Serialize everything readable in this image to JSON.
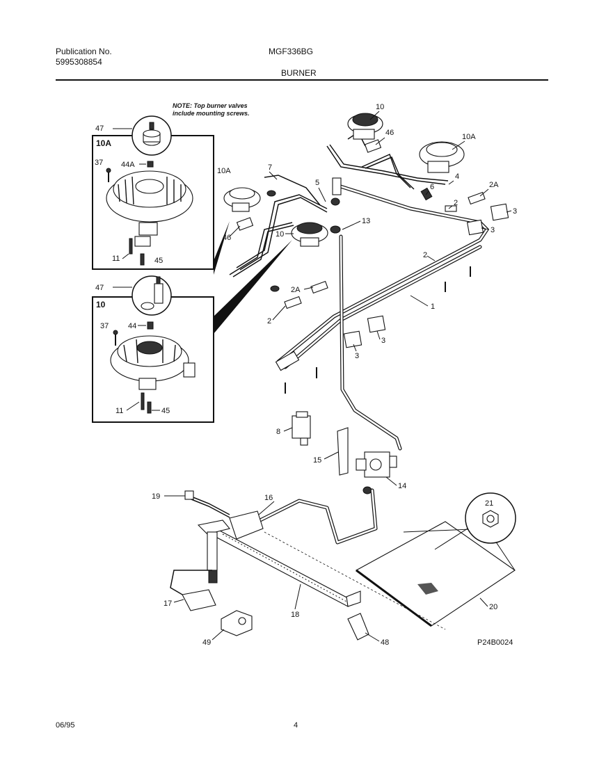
{
  "header": {
    "publication_label": "Publication No.",
    "publication_number": "5995308854",
    "model": "MGF336BG",
    "section": "BURNER"
  },
  "note": "NOTE: Top burner valves include mounting screws.",
  "insets": {
    "box_10a_label": "10A",
    "box_10_label": "10"
  },
  "callouts": {
    "c47a": "47",
    "c10a_box": "10A",
    "c37a": "37",
    "c44a": "44A",
    "c11a": "11",
    "c45a": "45",
    "c47b": "47",
    "c10_box": "10",
    "c37b": "37",
    "c44b": "44",
    "c11b": "11",
    "c45b": "45",
    "c10_top": "10",
    "c46_top": "46",
    "c10a_top": "10A",
    "c4": "4",
    "c6": "6",
    "c2a_r": "2A",
    "c2_r": "2",
    "c3_r1": "3",
    "c3_r2": "3",
    "c7": "7",
    "c5": "5",
    "c10a_mid": "10A",
    "c13": "13",
    "c10_mid": "10",
    "c46_mid": "46",
    "c2_mid": "2",
    "c2a_mid": "2A",
    "c2_left": "2",
    "c1": "1",
    "c3_mid1": "3",
    "c3_mid2": "3",
    "c8": "8",
    "c15": "15",
    "c14": "14",
    "c19": "19",
    "c16": "16",
    "c21": "21",
    "c17": "17",
    "c18": "18",
    "c20": "20",
    "c49": "49",
    "c48": "48"
  },
  "figure_code": "P24B0024",
  "footer": {
    "date": "06/95",
    "page": "4"
  }
}
